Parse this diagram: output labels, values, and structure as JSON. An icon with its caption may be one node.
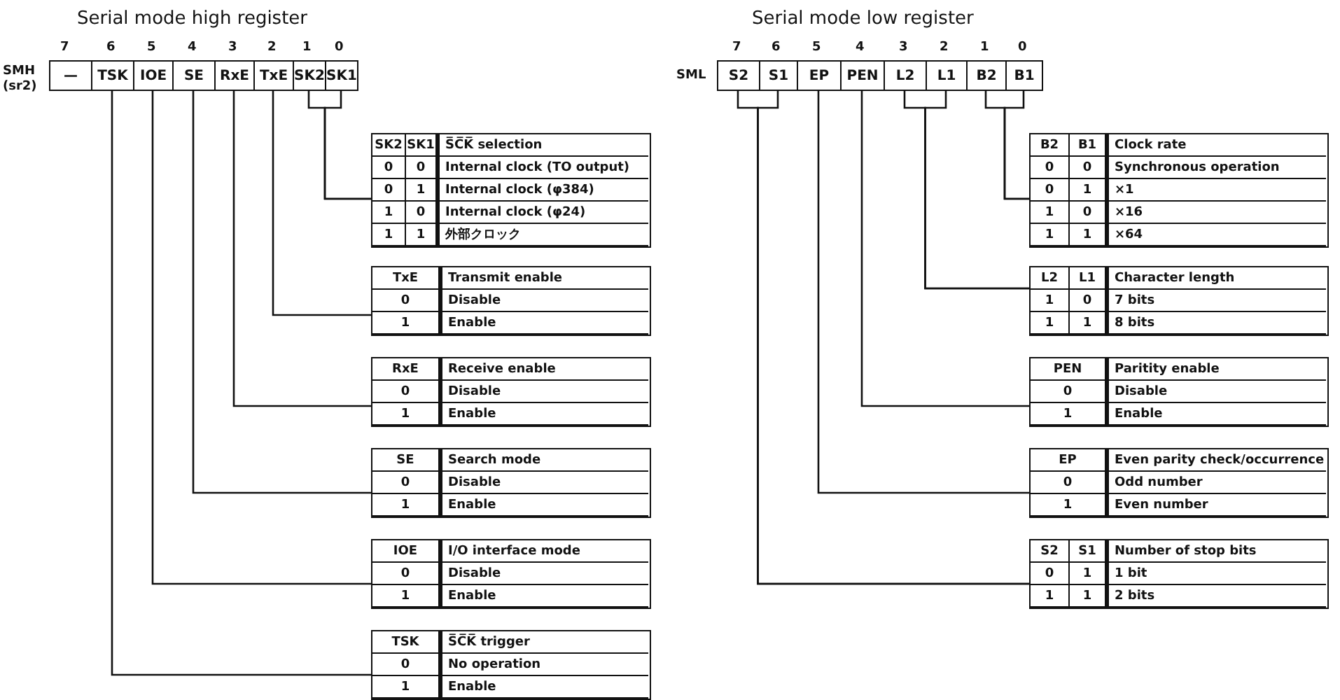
{
  "diagram": {
    "nodes": [
      {
        "text": [
          "—"
        ]
      },
      {
        "text": [
          "TSK"
        ]
      },
      {
        "text": [
          "IOE"
        ]
      },
      {
        "text": [
          "SE"
        ]
      },
      {
        "text": [
          "RxE"
        ]
      },
      {
        "text": [
          "TxE"
        ]
      },
      {
        "text": [
          "SK2"
        ]
      },
      {
        "text": [
          "SK1"
        ]
      },
      {
        "text": [
          "SK2",
          "SK1",
          "S̅C̅K̅ selection",
          "0",
          "0",
          "Internal clock (TO output)",
          "0",
          "1",
          "Internal clock (φ384)",
          "1",
          "0",
          "Internal clock (φ24)",
          "1",
          "1",
          "外部クロック"
        ]
      },
      {
        "text": [
          "TxE",
          "Transmit enable",
          "0",
          "Disable",
          "1",
          "Enable"
        ]
      },
      {
        "text": [
          "RxE",
          "Receive enable",
          "0",
          "Disable",
          "1",
          "Enable"
        ]
      },
      {
        "text": [
          "SE",
          "Search mode",
          "0",
          "Disable",
          "1",
          "Enable"
        ]
      },
      {
        "text": [
          "IOE",
          "I/O interface mode",
          "0",
          "Disable",
          "1",
          "Enable"
        ]
      },
      {
        "text": [
          "TSK",
          "S̅C̅K̅ trigger",
          "0",
          "No operation",
          "1",
          "Enable"
        ]
      },
      {
        "text": [
          "S2"
        ]
      },
      {
        "text": [
          "S1"
        ]
      },
      {
        "text": [
          "EP"
        ]
      },
      {
        "text": [
          "PEN"
        ]
      },
      {
        "text": [
          "L2"
        ]
      },
      {
        "text": [
          "L1"
        ]
      },
      {
        "text": [
          "B2"
        ]
      },
      {
        "text": [
          "B1"
        ]
      },
      {
        "text": [
          "B2",
          "B1",
          "Clock rate",
          "0",
          "0",
          "Synchronous operation",
          "0",
          "1",
          "×1",
          "1",
          "0",
          "×16",
          "1",
          "1",
          "×64"
        ]
      },
      {
        "text": [
          "L2",
          "L1",
          "Character length",
          "1",
          "0",
          "7 bits",
          "1",
          "1",
          "8 bits"
        ]
      },
      {
        "text": [
          "PEN",
          "Paritity enable",
          "0",
          "Disable",
          "1",
          "Enable"
        ]
      },
      {
        "text": [
          "EP",
          "Even parity check/occurrence",
          "0",
          "Odd number",
          "1",
          "Even number"
        ]
      },
      {
        "text": [
          "S2",
          "S1",
          "Number of stop bits",
          "0",
          "1",
          "1 bit",
          "1",
          "1",
          "2 bits"
        ]
      }
    ],
    "edges": [
      {
        "from": 6,
        "to": 8,
        "arrow": "none"
      },
      {
        "from": 7,
        "to": 8,
        "arrow": "none"
      },
      {
        "from": 5,
        "to": 9,
        "arrow": "none"
      },
      {
        "from": 4,
        "to": 10,
        "arrow": "none"
      },
      {
        "from": 3,
        "to": 11,
        "arrow": "none"
      },
      {
        "from": 2,
        "to": 12,
        "arrow": "none"
      },
      {
        "from": 1,
        "to": 13,
        "arrow": "none"
      },
      {
        "from": 20,
        "to": 22,
        "arrow": "none"
      },
      {
        "from": 21,
        "to": 22,
        "arrow": "none"
      },
      {
        "from": 18,
        "to": 23,
        "arrow": "none"
      },
      {
        "from": 19,
        "to": 23,
        "arrow": "none"
      },
      {
        "from": 17,
        "to": 24,
        "arrow": "none"
      },
      {
        "from": 16,
        "to": 25,
        "arrow": "none"
      },
      {
        "from": 14,
        "to": 26,
        "arrow": "none"
      },
      {
        "from": 15,
        "to": 26,
        "arrow": "none"
      }
    ],
    "labels": [
      "Serial mode high register",
      "Serial mode low register",
      "7",
      "6",
      "5",
      "4",
      "3",
      "2",
      "1",
      "0",
      "SMH",
      "(sr2)",
      "7",
      "6",
      "5",
      "4",
      "3",
      "2",
      "1",
      "0",
      "SML"
    ]
  }
}
